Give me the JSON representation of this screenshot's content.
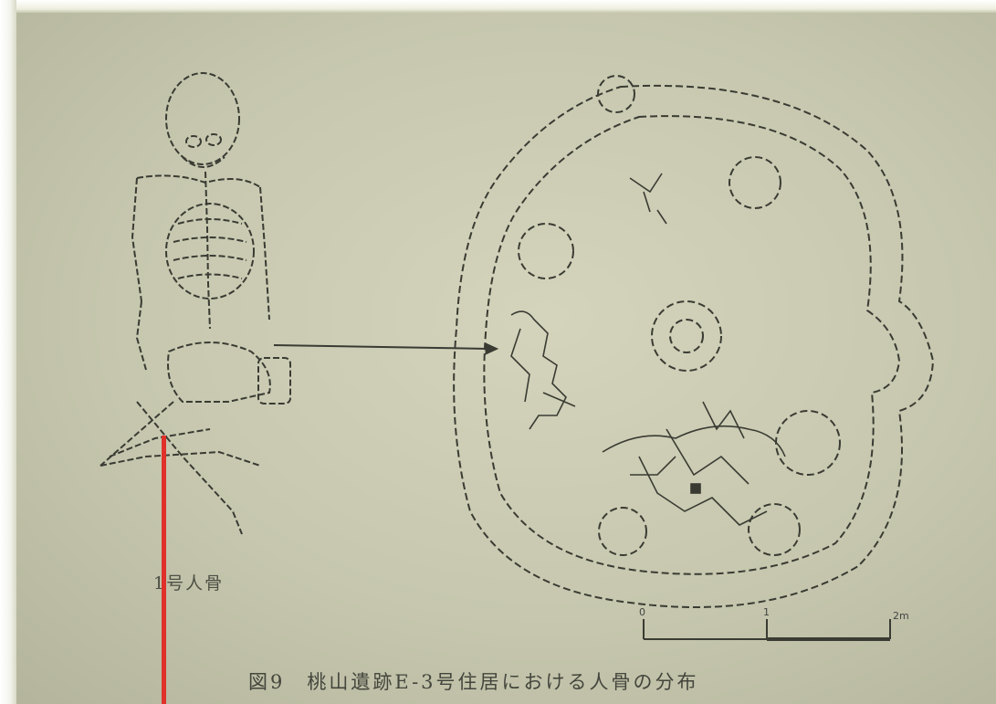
{
  "figure": {
    "caption": "図9　桃山遺跡E-3号住居における人骨の分布",
    "skeleton_label": "1号人骨",
    "scale": {
      "start_label": "0",
      "mid_label": "1",
      "end_label": "2m"
    }
  },
  "colors": {
    "paper": "#c6c7ae",
    "ink": "#3a3b33",
    "marker": "#e0302a"
  }
}
